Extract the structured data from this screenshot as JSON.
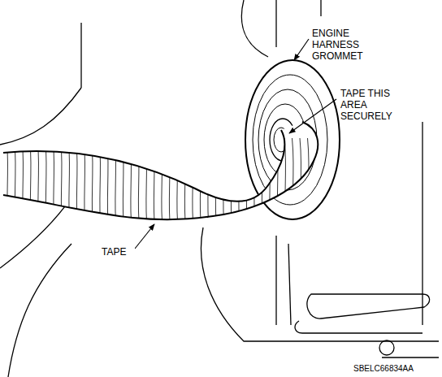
{
  "diagram": {
    "labels": [
      "ENGINE HARNESS GROMMET",
      "TAPE THIS AREA SECURELY",
      "TAPE",
      "SBELC66834AA"
    ]
  }
}
